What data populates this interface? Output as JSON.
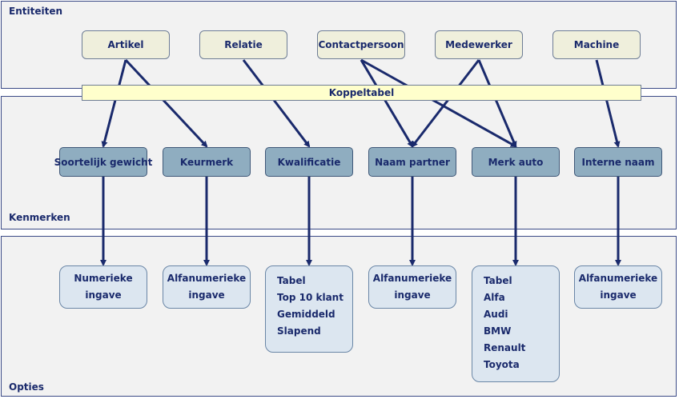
{
  "bands": {
    "entiteiten": "Entiteiten",
    "kenmerken": "Kenmerken",
    "opties": "Opties"
  },
  "entities": [
    "Artikel",
    "Relatie",
    "Contactpersoon",
    "Medewerker",
    "Machine"
  ],
  "koppeltabel": "Koppeltabel",
  "kenmerken": [
    "Soortelijk gewicht",
    "Keurmerk",
    "Kwalificatie",
    "Naam partner",
    "Merk auto",
    "Interne naam"
  ],
  "opties": [
    [
      "Numerieke",
      "ingave"
    ],
    [
      "Alfanumerieke",
      "ingave"
    ],
    [
      "Tabel",
      "Top 10 klant",
      "Gemiddeld",
      "Slapend"
    ],
    [
      "Alfanumerieke",
      "ingave"
    ],
    [
      "Tabel",
      "Alfa",
      "Audi",
      "BMW",
      "Renault",
      "Toyota"
    ],
    [
      "Alfanumerieke",
      "ingave"
    ]
  ],
  "links": [
    {
      "from": "Artikel",
      "to": "Soortelijk gewicht"
    },
    {
      "from": "Artikel",
      "to": "Keurmerk"
    },
    {
      "from": "Relatie",
      "to": "Kwalificatie"
    },
    {
      "from": "Contactpersoon",
      "to": "Naam partner"
    },
    {
      "from": "Contactpersoon",
      "to": "Merk auto"
    },
    {
      "from": "Medewerker",
      "to": "Naam partner"
    },
    {
      "from": "Medewerker",
      "to": "Merk auto"
    },
    {
      "from": "Machine",
      "to": "Interne naam"
    }
  ],
  "colors": {
    "line": "#1a2a6c",
    "entity_fill": "#efefdc",
    "kenmerk_fill": "#8fadc0",
    "optie_fill": "#dce6f0",
    "koppel_fill": "#ffffcc"
  }
}
